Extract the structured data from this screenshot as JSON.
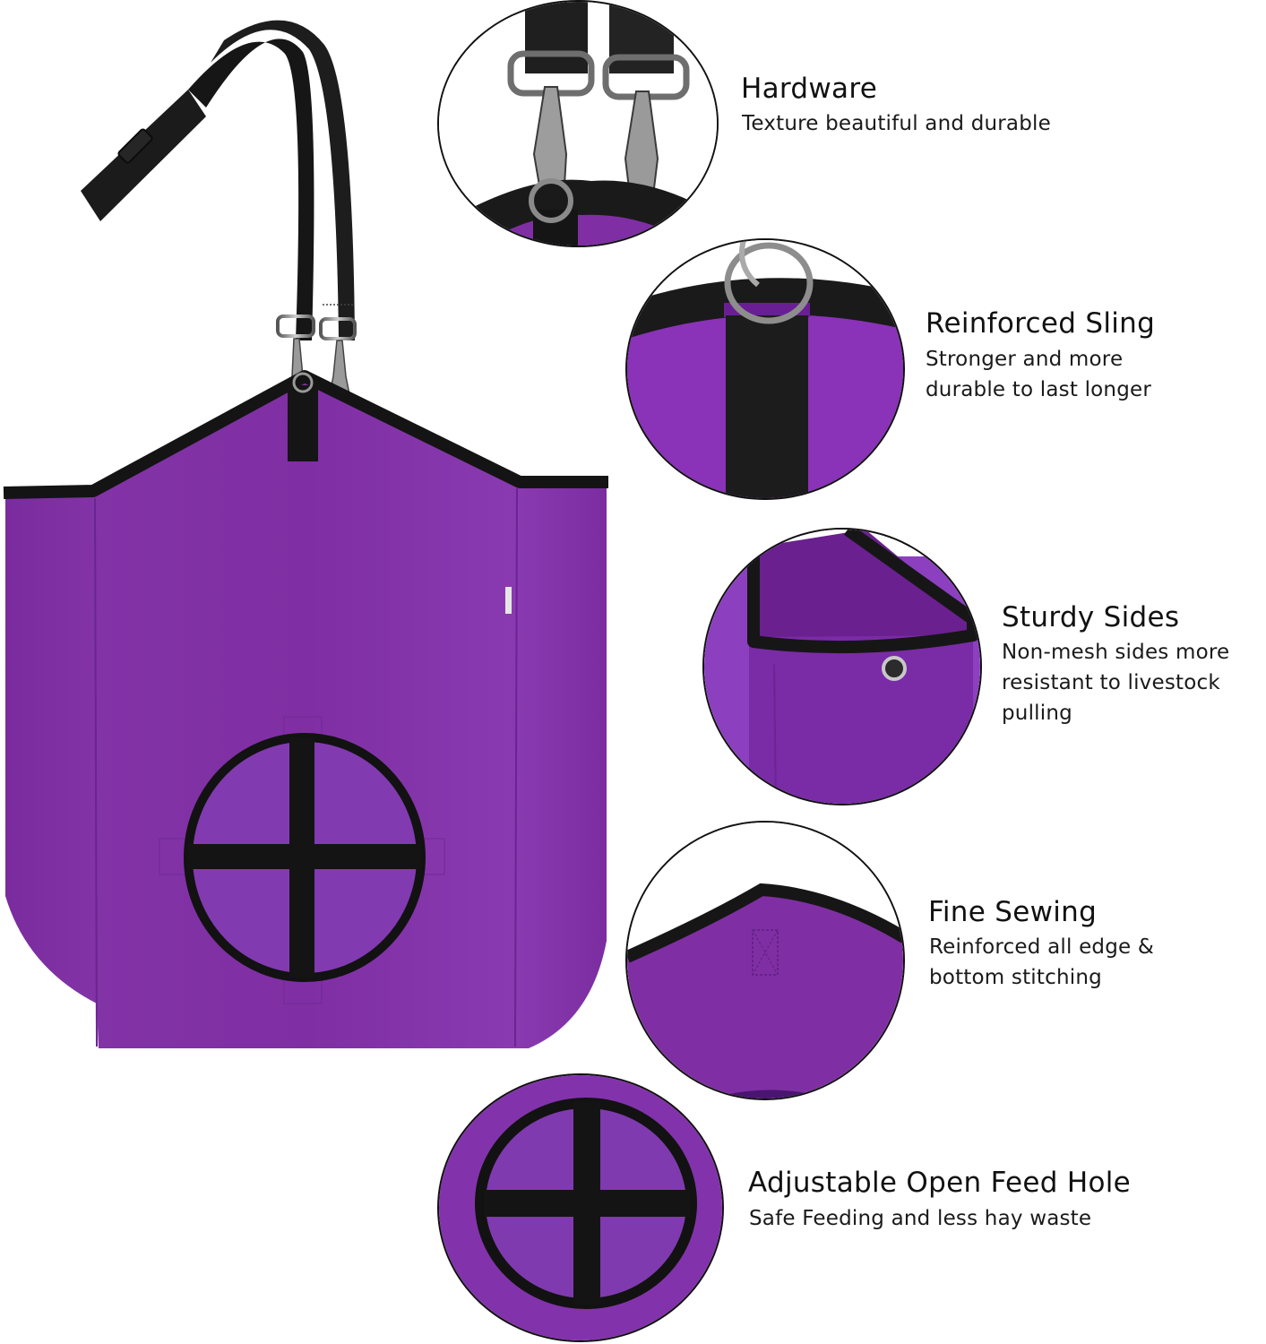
{
  "colors": {
    "bag_purple": "#7f2fa3",
    "bag_purple_light": "#8e3cb4",
    "bag_purple_dark": "#6c2490",
    "webbing_black": "#141414",
    "metal": "#8a8a8a",
    "text": "#111111",
    "background": "#ffffff"
  },
  "product": {
    "name": "hay-bag",
    "main_image_alt": "Purple hay feeder bag with adjustable black straps and cross-strapped round feed hole"
  },
  "features": [
    {
      "id": "hardware",
      "title": "Hardware",
      "description_lines": [
        "Texture beautiful and durable"
      ],
      "icon": "snap-hook-closeup"
    },
    {
      "id": "reinforced-sling",
      "title": "Reinforced Sling",
      "description_lines": [
        "Stronger and more",
        "durable to last longer"
      ],
      "icon": "sling-strap-closeup"
    },
    {
      "id": "sturdy-sides",
      "title": "Sturdy Sides",
      "description_lines": [
        "Non-mesh sides more",
        "resistant to livestock",
        "pulling"
      ],
      "icon": "side-grommet-closeup"
    },
    {
      "id": "fine-sewing",
      "title": "Fine Sewing",
      "description_lines": [
        "Reinforced all edge &",
        "bottom stitching"
      ],
      "icon": "edge-stitching-closeup"
    },
    {
      "id": "feed-hole",
      "title": "Adjustable Open Feed Hole",
      "description_lines": [
        "Safe Feeding and less hay waste"
      ],
      "icon": "feed-hole-closeup"
    }
  ]
}
